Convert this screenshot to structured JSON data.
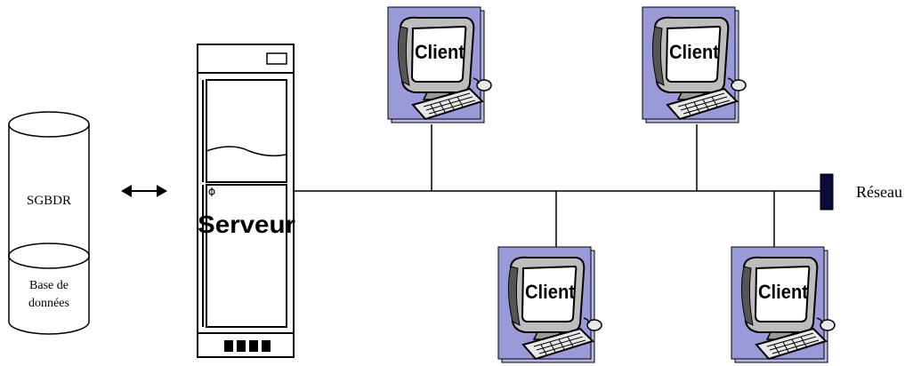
{
  "database": {
    "top_label": "SGBDR",
    "bottom_label_line1": "Base de",
    "bottom_label_line2": "données"
  },
  "server": {
    "label": "Serveur"
  },
  "network": {
    "label": "Réseau"
  },
  "clients": [
    {
      "label": "Client"
    },
    {
      "label": "Client"
    },
    {
      "label": "Client"
    },
    {
      "label": "Client"
    }
  ],
  "colors": {
    "stroke": "#000000",
    "client_backdrop": "#9a9ad8",
    "client_backdrop_shadow": "#b8b8e6",
    "screen_face": "#ffffff",
    "monitor_body": "#bdbdbd",
    "monitor_dark": "#555555",
    "server_body": "#ffffff",
    "network_terminator": "#0a0a3c"
  },
  "icons": {
    "database": "database-cylinder-icon",
    "arrow": "double-arrow-icon",
    "server": "server-tower-icon",
    "client": "client-computer-icon",
    "terminator": "network-terminator-icon"
  }
}
